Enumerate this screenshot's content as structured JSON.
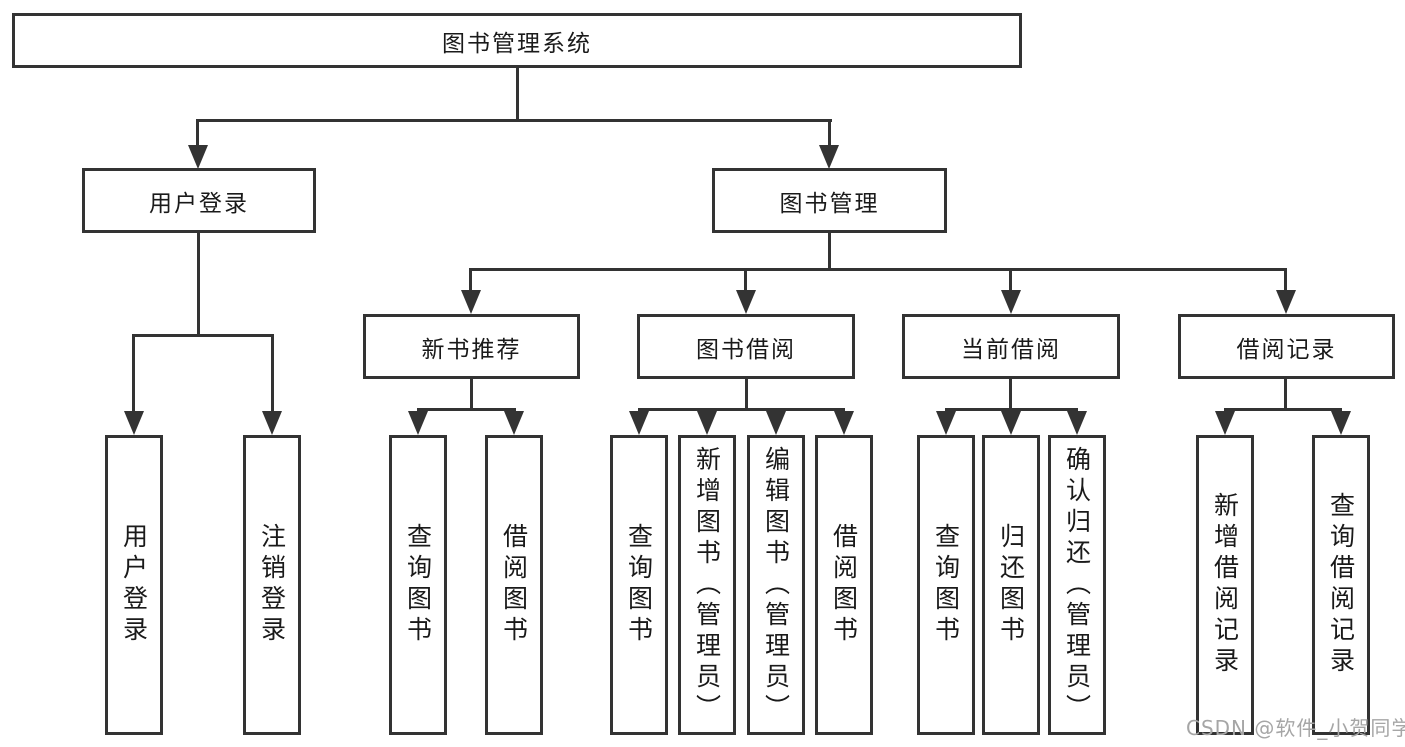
{
  "diagram_title": "图书管理系统",
  "colors": {
    "line": "#333333",
    "box_border": "#333333",
    "text": "#1a1a1a",
    "background": "#ffffff",
    "watermark": "#a6a6a6"
  },
  "tree": {
    "root": {
      "label": "图书管理系统"
    },
    "branches": [
      {
        "label": "用户登录",
        "children": [
          {
            "label": "用户登录"
          },
          {
            "label": "注销登录"
          }
        ]
      },
      {
        "label": "图书管理",
        "children": [
          {
            "label": "新书推荐",
            "children": [
              {
                "label": "查询图书"
              },
              {
                "label": "借阅图书"
              }
            ]
          },
          {
            "label": "图书借阅",
            "children": [
              {
                "label": "查询图书"
              },
              {
                "label": "新增图书（管理员）"
              },
              {
                "label": "编辑图书（管理员）"
              },
              {
                "label": "借阅图书"
              }
            ]
          },
          {
            "label": "当前借阅",
            "children": [
              {
                "label": "查询图书"
              },
              {
                "label": "归还图书"
              },
              {
                "label": "确认归还（管理员）"
              }
            ]
          },
          {
            "label": "借阅记录",
            "children": [
              {
                "label": "新增借阅记录"
              },
              {
                "label": "查询借阅记录"
              }
            ]
          }
        ]
      }
    ]
  },
  "watermark": {
    "text": "CSDN @软件_小贺同学"
  }
}
